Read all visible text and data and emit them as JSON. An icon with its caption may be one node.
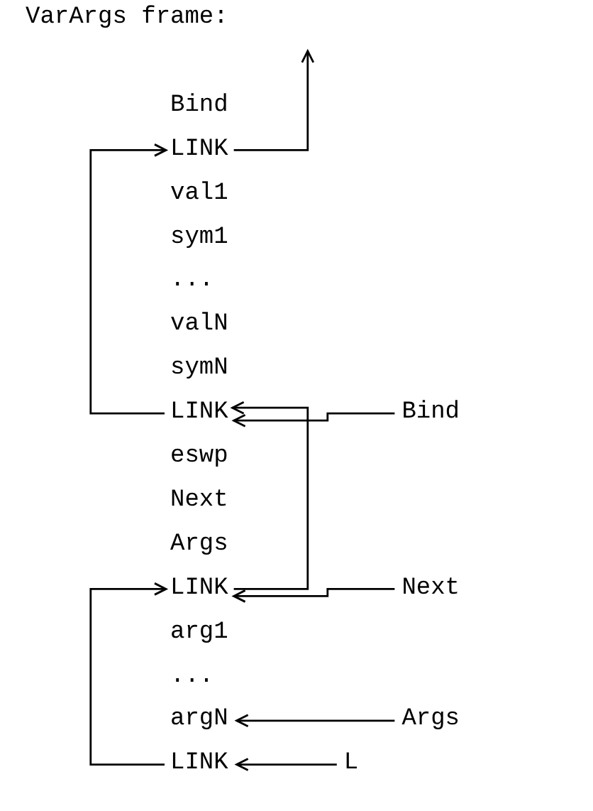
{
  "diagram": {
    "title": "VarArgs frame:",
    "nodes": [
      {
        "text": [
          "Bind"
        ]
      },
      {
        "text": [
          "LINK"
        ]
      },
      {
        "text": [
          "val1"
        ]
      },
      {
        "text": [
          "sym1"
        ]
      },
      {
        "text": [
          "..."
        ]
      },
      {
        "text": [
          "valN"
        ]
      },
      {
        "text": [
          "symN"
        ]
      },
      {
        "text": [
          "LINK"
        ]
      },
      {
        "text": [
          "Bind"
        ]
      },
      {
        "text": [
          "eswp"
        ]
      },
      {
        "text": [
          "Next"
        ]
      },
      {
        "text": [
          "Args"
        ]
      },
      {
        "text": [
          "LINK"
        ]
      },
      {
        "text": [
          "Next"
        ]
      },
      {
        "text": [
          "arg1"
        ]
      },
      {
        "text": [
          "..."
        ]
      },
      {
        "text": [
          "argN"
        ]
      },
      {
        "text": [
          "Args"
        ]
      },
      {
        "text": [
          "LINK"
        ]
      },
      {
        "text": [
          "L"
        ]
      }
    ],
    "edges": [
      {
        "from": 1,
        "to": null,
        "arrow": "to"
      },
      {
        "from": 7,
        "to": 1,
        "arrow": "to"
      },
      {
        "from": 12,
        "to": 7,
        "arrow": "to"
      },
      {
        "from": 18,
        "to": 12,
        "arrow": "to"
      },
      {
        "from": 8,
        "to": 7,
        "arrow": "to"
      },
      {
        "from": 13,
        "to": 12,
        "arrow": "to"
      },
      {
        "from": 17,
        "to": 16,
        "arrow": "to"
      },
      {
        "from": 19,
        "to": 18,
        "arrow": "to"
      }
    ]
  }
}
